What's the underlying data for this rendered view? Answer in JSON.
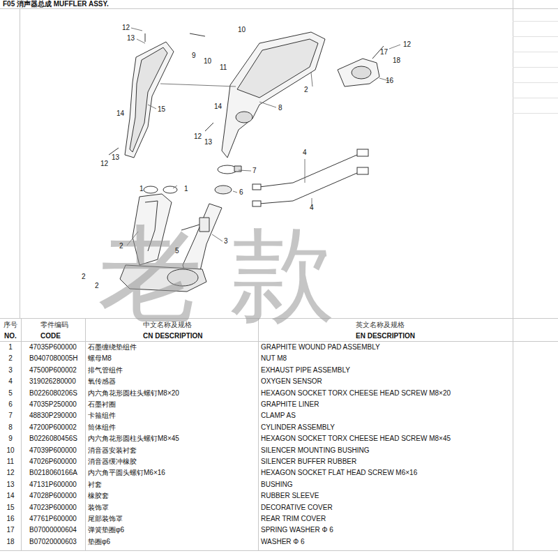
{
  "diagram": {
    "title": "F05 消声器总成 MUFFLER ASSY.",
    "labels": [
      "12",
      "13",
      "9",
      "10",
      "11",
      "10",
      "2",
      "8",
      "17",
      "12",
      "18",
      "16",
      "15",
      "14",
      "14",
      "12",
      "13",
      "12",
      "13",
      "7",
      "4",
      "6",
      "4",
      "1",
      "1",
      "2",
      "5",
      "3",
      "2",
      "2",
      "序号",
      "零件编码",
      "中文名称及规格",
      "英文名称及规格",
      "NO.",
      "CODE",
      "CN DESCRIPTION",
      "EN DESCRIPTION",
      "1",
      "47035P600000",
      "石墨缠绕垫组件",
      "GRAPHITE WOUND PAD ASSEMBLY",
      "2",
      "B0407080005H",
      "螺母M8",
      "NUT M8",
      "3",
      "47500P600002",
      "排气管组件",
      "EXHAUST PIPE ASSEMBLY",
      "4",
      "319026280000",
      "氧传感器",
      "OXYGEN SENSOR",
      "5",
      "B0226080206S",
      "内六角花形圆柱头螺钉M8×20",
      "HEXAGON SOCKET TORX CHEESE HEAD SCREW M8×20",
      "6",
      "47035P250000",
      "石墨衬圈",
      "GRAPHITE LINER",
      "7",
      "48830P290000",
      "卡箍组件",
      "CLAMP AS",
      "8",
      "47200P600002",
      "筒体组件",
      "CYLINDER ASSEMBLY",
      "9",
      "B0226080456S",
      "内六角花形圆柱头螺钉M8×45",
      "HEXAGON SOCKET TORX CHEESE HEAD SCREW M8×45",
      "10",
      "47039P600000",
      "消音器安装衬套",
      "SILENCER MOUNTING BUSHING",
      "11",
      "47026P600000",
      "消音器缓冲橡胶",
      "SILENCER BUFFER RUBBER",
      "12",
      "B0218060166A",
      "内六角平圆头螺钉M6×16",
      "HEXAGON SOCKET FLAT HEAD SCREW M6×16",
      "13",
      "47131P600000",
      "衬套",
      "BUSHING",
      "14",
      "47028P600000",
      "橡胶套",
      "RUBBER SLEEVE",
      "15",
      "47023P600000",
      "装饰罩",
      "DECORATIVE COVER",
      "16",
      "47761P600000",
      "尾部装饰罩",
      "REAR TRIM COVER",
      "17",
      "B07000000604",
      "弹簧垫圈φ6",
      "SPRING WASHER Φ 6",
      "18",
      "B07020000603",
      "垫圈φ6",
      "WASHER Φ 6",
      "老款"
    ]
  }
}
